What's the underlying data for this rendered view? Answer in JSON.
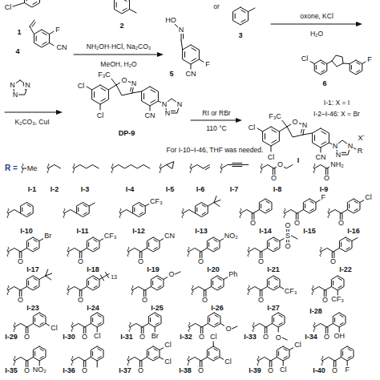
{
  "diagram": {
    "labels": [
      "Cl",
      "1",
      "2",
      "4",
      "F",
      "CN",
      "NH₂OH·HCl, Na₂CO₃",
      "MeOH, H₂O",
      "HO",
      "N",
      "F",
      "CN",
      "5",
      "or",
      "3",
      "oxone, KCl",
      "H₂O",
      "Cl",
      "F",
      "6",
      "N",
      "N",
      "N",
      "K₂CO₃, CuI",
      "DP-9",
      "F₃C",
      "O",
      "N",
      "Cl",
      "Cl",
      "CN",
      "N",
      "N",
      "N",
      "RI or RBr",
      "110 °C",
      "For I-10–I-46, THF was needed.",
      "I-1: X = I",
      "I-2–I-46: X = Br",
      "I",
      "F₃C",
      "O",
      "N",
      "Cl",
      "Cl",
      "CN",
      "N",
      "N",
      "N",
      "R",
      "X⁻",
      "R =",
      "Me",
      "I-1",
      "I-2",
      "I-3",
      "I-4",
      "I-5",
      "I-6",
      "I-7",
      "O",
      "O",
      "I-8",
      "O",
      "NH₂",
      "I-9",
      "I-10",
      "I-11",
      "CF₃",
      "I-12",
      "I-13",
      "O",
      "I-14",
      "O",
      "F",
      "I-15",
      "O",
      "Cl",
      "I-16",
      "O",
      "Br",
      "I-17",
      "O",
      "CF₃",
      "I-18",
      "O",
      "CN",
      "I-19",
      "O",
      "NO₂",
      "I-20",
      "O",
      "S",
      "O",
      "O",
      "I-21",
      "O",
      "I-22",
      "O",
      "I-23",
      "O",
      "13",
      "I-24",
      "O",
      "O",
      "I-25",
      "O",
      "Ph",
      "I-26",
      "O",
      "CF₃",
      "I-27",
      "O",
      "CF₃",
      "I-28",
      "O",
      "Cl",
      "I-29",
      "O",
      "Cl",
      "I-30",
      "O",
      "Br",
      "I-31",
      "O",
      "O",
      "I-32",
      "O",
      "O",
      "I-33",
      "O",
      "OH",
      "I-34",
      "O",
      "NO₂",
      "I-35",
      "O",
      "I-36",
      "O",
      "Cl",
      "Cl",
      "I-37",
      "O",
      "Cl",
      "Cl",
      "I-38",
      "O",
      "Cl",
      "Cl",
      "I-39",
      "O",
      "F",
      "I-40"
    ]
  }
}
